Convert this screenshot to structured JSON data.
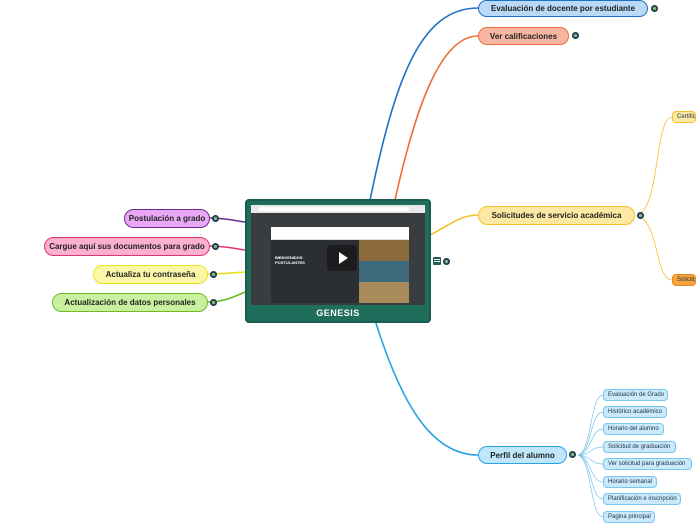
{
  "central": {
    "label": "GENESIS"
  },
  "hero": {
    "title_line1": "BIENVENIDOS",
    "title_line2": "POSTULANTES"
  },
  "right_nodes": {
    "evaluacion": "Evaluación de docente por estudiante",
    "calificaciones": "Ver calificaciones",
    "solicitudes": "Solicitudes  de servicio académica",
    "perfil": "Perfil del alumno"
  },
  "left_nodes": {
    "postulacion": "Postulación a grado",
    "documentos": "Cargue aquí sus documentos para grado",
    "contrasena": "Actualiza tu contraseña",
    "datos": "Actualización de datos personales"
  },
  "solicitudes_children": [
    "Certifica",
    "Solicitu"
  ],
  "perfil_children": [
    "Evaluación de Grado",
    "Histórico académico",
    "Horario del alumno",
    "Solicitud de graduación",
    "Ver solicitud para graduación",
    "Horario semanal",
    "Planificación e inscripción",
    "Pagina principal"
  ],
  "colors": {
    "blue": "#1f6fc4",
    "orange": "#f06a35",
    "yellow": "#f3c02a",
    "purple": "#6b2a86",
    "pink": "#e2337a",
    "yellow_light": "#e8e21e",
    "green": "#6dbb22",
    "sky": "#2aa3e2"
  },
  "icons": [
    "info-icon",
    "note-icon"
  ]
}
